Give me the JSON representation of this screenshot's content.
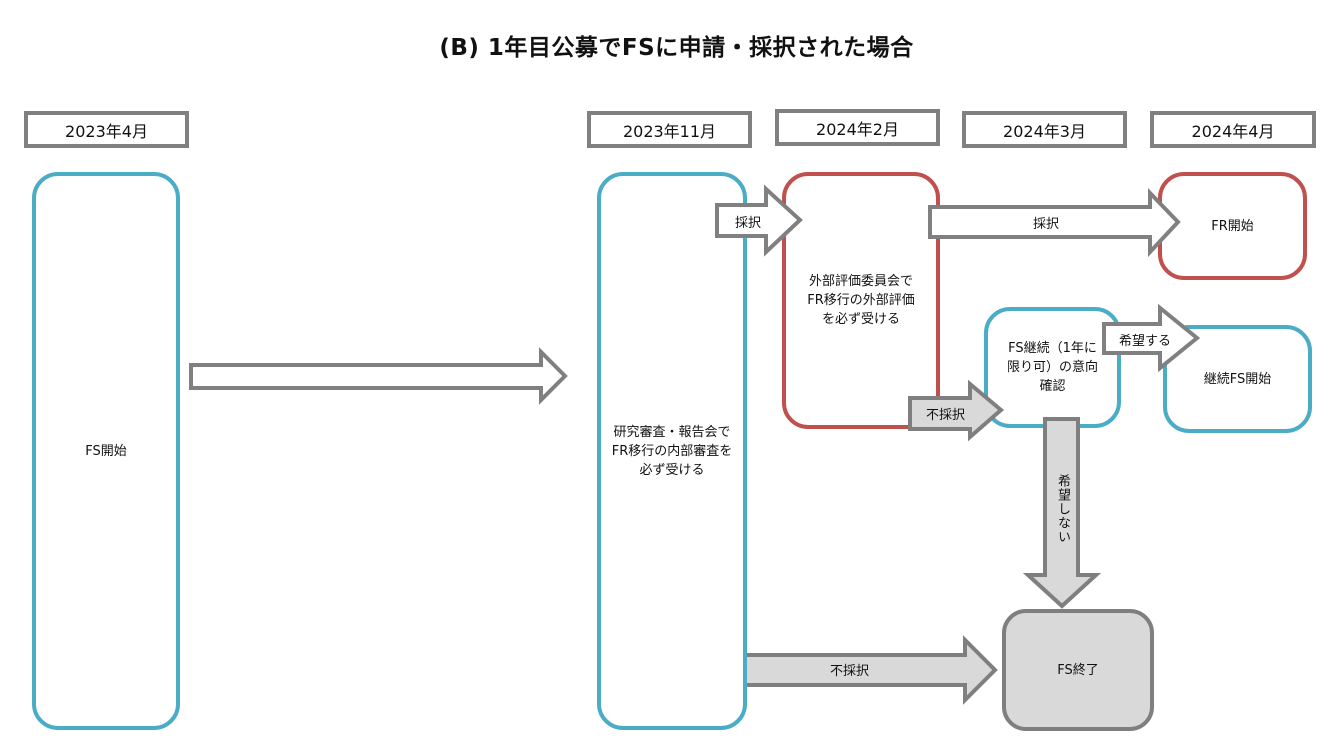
{
  "title": "(B) 1年目公募でFSに申請・採択された場合",
  "colors": {
    "fs_border": "#4bacc6",
    "fr_border": "#c0504d",
    "end_border": "#7f7f7f",
    "end_fill": "#d9d9d9",
    "arrow_border": "#7f7f7f"
  },
  "dates": [
    "2023年4月",
    "2023年11月",
    "2024年2月",
    "2024年3月",
    "2024年4月"
  ],
  "nodes": {
    "fs_start": "FS開始",
    "internal_review": "研究審査・報告会でFR移行の内部審査を必ず受ける",
    "external_review": "外部評価委員会でFR移行の外部評価を必ず受ける",
    "fr_start": "FR開始",
    "fs_continue_check": "FS継続（1年に限り可）の意向確認",
    "continued_fs_start": "継続FS開始",
    "fs_end": "FS終了"
  },
  "arrows": {
    "adopt_1": "採択",
    "adopt_2": "採択",
    "reject_1": "不採択",
    "reject_2": "不採択",
    "wish_yes": "希望する",
    "wish_no": "希望しない"
  }
}
